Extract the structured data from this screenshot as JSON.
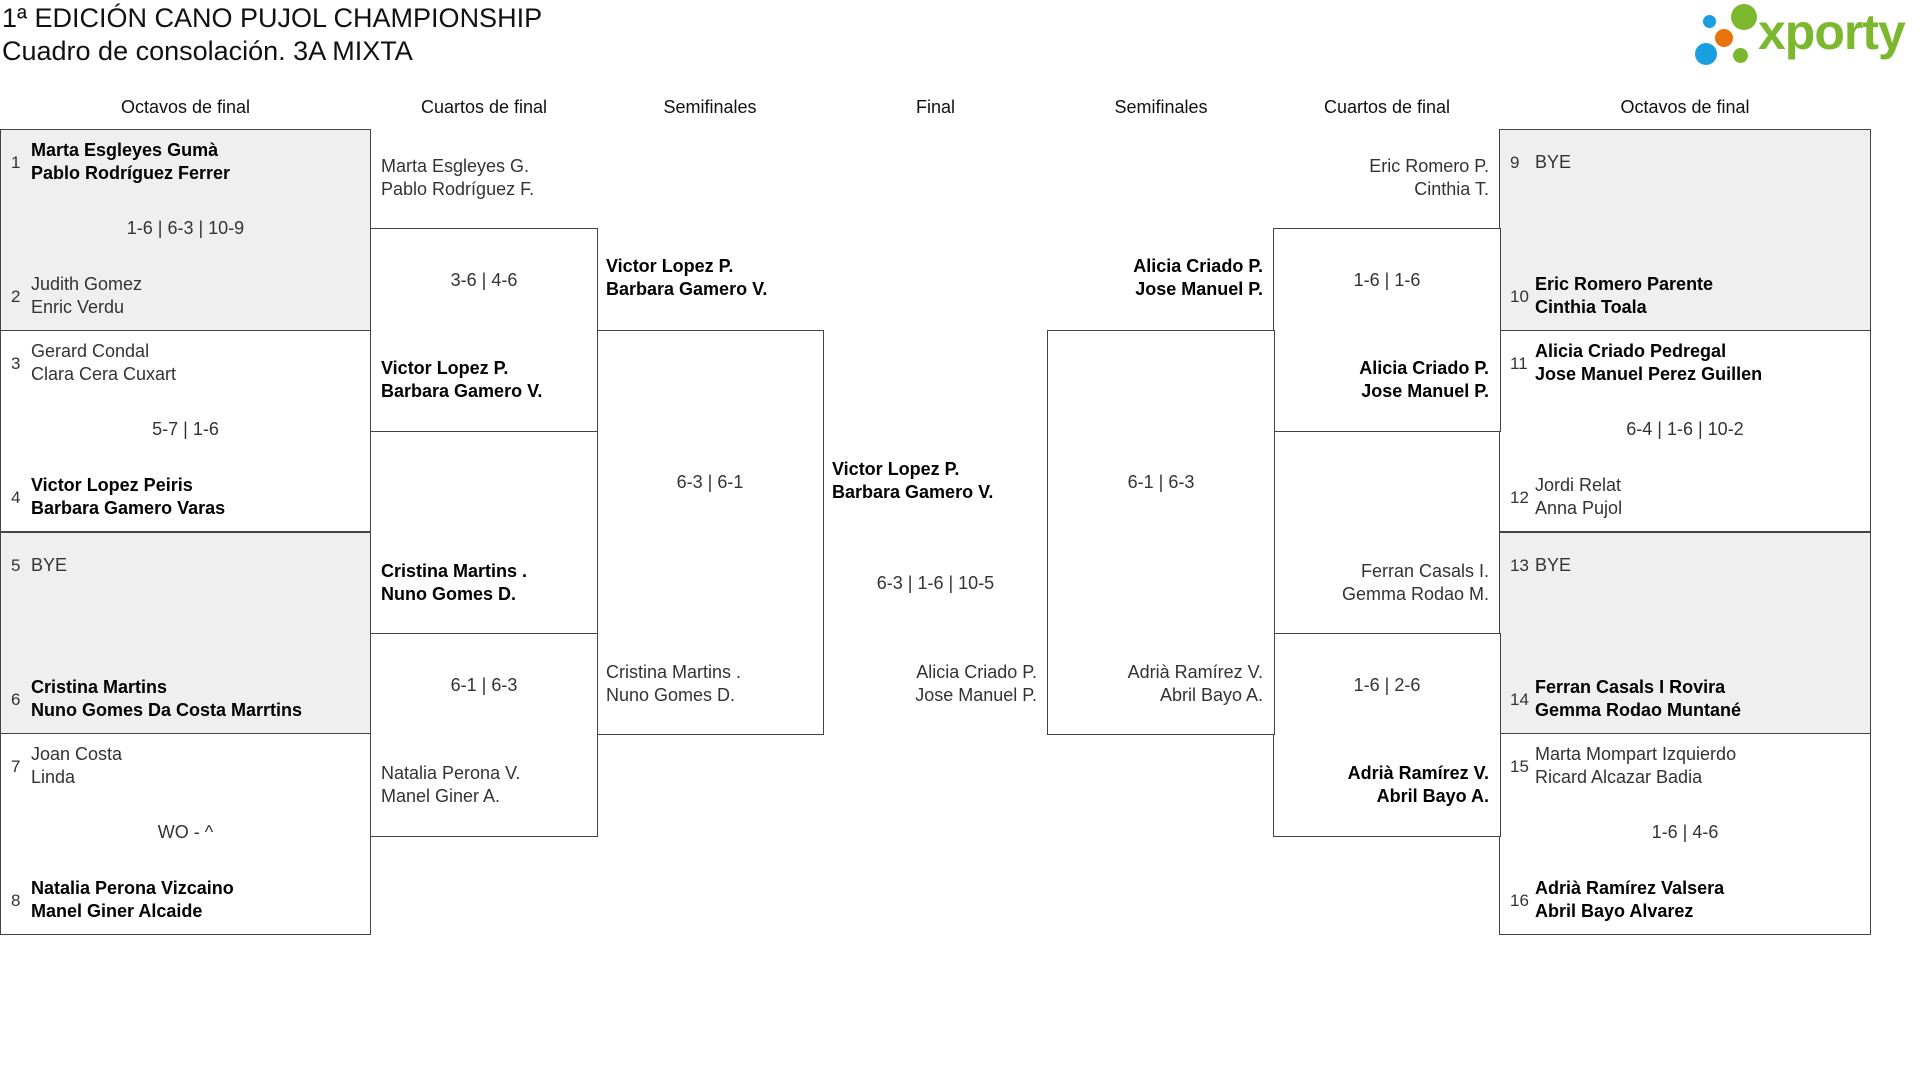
{
  "title": {
    "line1": "1ª EDICIÓN CANO PUJOL CHAMPIONSHIP",
    "line2": "Cuadro de consolación. 3A MIXTA"
  },
  "logo": {
    "text": "xporty",
    "colors": {
      "green": "#7cb82f",
      "blue": "#1a9fe0",
      "orange": "#e8730c"
    }
  },
  "round_headers": [
    "Octavos de final",
    "Cuartos de final",
    "Semifinales",
    "Final",
    "Semifinales",
    "Cuartos de final",
    "Octavos de final"
  ],
  "colors": {
    "shaded_row": "#efefef",
    "border": "#444444"
  },
  "left": {
    "round_of_16": [
      {
        "team_a": {
          "seed": "1",
          "players": [
            "Marta Esgleyes Gumà",
            "Pablo Rodríguez Ferrer"
          ],
          "winner": true
        },
        "score": "1-6 | 6-3 | 10-9",
        "team_b": {
          "seed": "2",
          "players": [
            "Judith Gomez",
            "Enric Verdu"
          ],
          "winner": false
        },
        "shaded": true
      },
      {
        "team_a": {
          "seed": "3",
          "players": [
            "Gerard Condal",
            "Clara Cera Cuxart"
          ],
          "winner": false
        },
        "score": "5-7 | 1-6",
        "team_b": {
          "seed": "4",
          "players": [
            "Victor Lopez Peiris",
            "Barbara Gamero Varas"
          ],
          "winner": true
        },
        "shaded": false
      },
      {
        "team_a": {
          "seed": "5",
          "players": [
            "BYE"
          ],
          "winner": false
        },
        "score": "",
        "team_b": {
          "seed": "6",
          "players": [
            "Cristina Martins",
            "Nuno Gomes Da Costa Marrtins"
          ],
          "winner": true
        },
        "shaded": true
      },
      {
        "team_a": {
          "seed": "7",
          "players": [
            "Joan Costa",
            "Linda"
          ],
          "winner": false
        },
        "score": "WO - ^",
        "team_b": {
          "seed": "8",
          "players": [
            "Natalia Perona Vizcaino",
            "Manel Giner Alcaide"
          ],
          "winner": true
        },
        "shaded": false
      }
    ],
    "quarterfinals": [
      {
        "team_a": {
          "players": [
            "Marta Esgleyes G.",
            "Pablo Rodríguez F."
          ],
          "winner": false
        },
        "score": "3-6 | 4-6",
        "team_b": {
          "players": [
            "Victor Lopez P.",
            "Barbara Gamero V."
          ],
          "winner": true
        }
      },
      {
        "team_a": {
          "players": [
            "Cristina Martins .",
            "Nuno Gomes D."
          ],
          "winner": true
        },
        "score": "6-1 | 6-3",
        "team_b": {
          "players": [
            "Natalia Perona V.",
            "Manel Giner A."
          ],
          "winner": false
        }
      }
    ],
    "semifinal": {
      "team_a": {
        "players": [
          "Victor Lopez P.",
          "Barbara Gamero V."
        ],
        "winner": true
      },
      "score": "6-3 | 6-1",
      "team_b": {
        "players": [
          "Cristina Martins .",
          "Nuno Gomes D."
        ],
        "winner": false
      }
    }
  },
  "final": {
    "team_a": {
      "players": [
        "Victor Lopez P.",
        "Barbara Gamero V."
      ],
      "winner": true
    },
    "score": "6-3 | 1-6 | 10-5",
    "team_b": {
      "players": [
        "Alicia Criado P.",
        "Jose Manuel P."
      ],
      "winner": false
    }
  },
  "right": {
    "semifinal": {
      "team_a": {
        "players": [
          "Alicia Criado P.",
          "Jose Manuel P."
        ],
        "winner": true
      },
      "score": "6-1 | 6-3",
      "team_b": {
        "players": [
          "Adrià Ramírez V.",
          "Abril Bayo A."
        ],
        "winner": false
      }
    },
    "quarterfinals": [
      {
        "team_a": {
          "players": [
            "Eric Romero P.",
            "Cinthia T."
          ],
          "winner": false
        },
        "score": "1-6 | 1-6",
        "team_b": {
          "players": [
            "Alicia Criado P.",
            "Jose Manuel P."
          ],
          "winner": true
        }
      },
      {
        "team_a": {
          "players": [
            "Ferran Casals I.",
            "Gemma Rodao M."
          ],
          "winner": false
        },
        "score": "1-6 | 2-6",
        "team_b": {
          "players": [
            "Adrià Ramírez V.",
            "Abril Bayo A."
          ],
          "winner": true
        }
      }
    ],
    "round_of_16": [
      {
        "team_a": {
          "seed": "9",
          "players": [
            "BYE"
          ],
          "winner": false
        },
        "score": "",
        "team_b": {
          "seed": "10",
          "players": [
            "Eric Romero Parente",
            "Cinthia Toala"
          ],
          "winner": true
        },
        "shaded": true
      },
      {
        "team_a": {
          "seed": "11",
          "players": [
            "Alicia Criado Pedregal",
            "Jose Manuel Perez Guillen"
          ],
          "winner": true
        },
        "score": "6-4 | 1-6 | 10-2",
        "team_b": {
          "seed": "12",
          "players": [
            "Jordi Relat",
            "Anna Pujol"
          ],
          "winner": false
        },
        "shaded": false
      },
      {
        "team_a": {
          "seed": "13",
          "players": [
            "BYE"
          ],
          "winner": false
        },
        "score": "",
        "team_b": {
          "seed": "14",
          "players": [
            "Ferran Casals I Rovira",
            "Gemma Rodao Muntané"
          ],
          "winner": true
        },
        "shaded": true
      },
      {
        "team_a": {
          "seed": "15",
          "players": [
            "Marta Mompart Izquierdo",
            "Ricard Alcazar Badia"
          ],
          "winner": false
        },
        "score": "1-6 | 4-6",
        "team_b": {
          "seed": "16",
          "players": [
            "Adrià Ramírez Valsera",
            "Abril Bayo Alvarez"
          ],
          "winner": true
        },
        "shaded": false
      }
    ]
  }
}
